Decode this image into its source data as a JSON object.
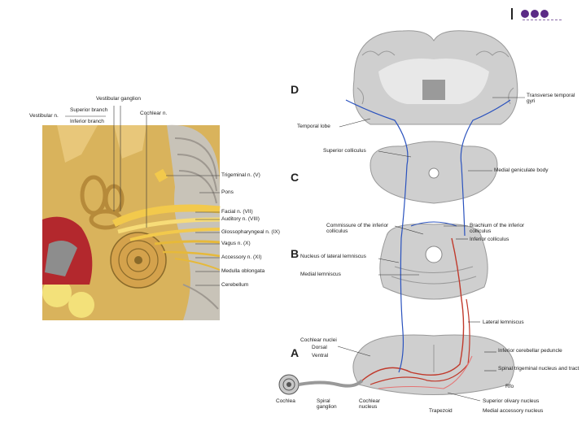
{
  "ear_figure": {
    "labels": {
      "vestibular_ganglion": "Vestibular ganglion",
      "superior_branch": "Superior branch",
      "vestibular_n": "Vestibular n.",
      "inferior_branch": "Inferior branch",
      "cochlear_n": "Cochlear n.",
      "trigeminal": "Trigeminal n. (V)",
      "pons": "Pons",
      "facial": "Facial n. (VII)",
      "auditory": "Auditory n. (VIII)",
      "glossopharyngeal": "Glossopharyngeal n. (IX)",
      "vagus": "Vagus n. (X)",
      "accessory": "Accessory n. (XI)",
      "medulla": "Medulla oblongata",
      "cerebellum": "Cerebellum"
    }
  },
  "pathway_figure": {
    "levels": {
      "d": "D",
      "c": "C",
      "b": "B",
      "a": "A"
    },
    "labels": {
      "transverse_temporal_gyri": "Transverse temporal gyri",
      "temporal_lobe": "Temporal lobe",
      "superior_colliculus": "Superior colliculus",
      "medial_geniculate_body": "Medial geniculate body",
      "commissure_inferior_colliculus": "Commissure of the inferior colliculus",
      "brachium_inferior_colliculus": "Brachium of the inferior colliculus",
      "inferior_colliculus": "Inferior colliculus",
      "nucleus_lateral_lemniscus": "Nucleus of lateral lemniscus",
      "medial_lemniscus": "Medial lemniscus",
      "lateral_lemniscus": "Lateral lemniscus",
      "cochlear_nuclei": "Cochlear nuclei",
      "dorsal": "Dorsal",
      "ventral": "Ventral",
      "inferior_cerebellar_peduncle": "Inferior cerebellar peduncle",
      "spinal_trigeminal": "Spinal trigeminal nucleus and tract",
      "cochlea": "Cochlea",
      "spiral_ganglion": "Spiral ganglion",
      "cochlear_nucleus": "Cochlear nucleus",
      "trapezoid": "Trapezoid",
      "superior_olivary_nucleus": "Superior olivary nucleus",
      "medial_accessory_nucleus": "Medial accessory nucleus",
      "rfo": "Rfo"
    }
  },
  "colors": {
    "accent": "#5b2a86",
    "nerve": "#f2c94c",
    "pathway_red": "#c0392b",
    "pathway_blue": "#2a52be",
    "tissue_gray": "#c9c9c9"
  }
}
